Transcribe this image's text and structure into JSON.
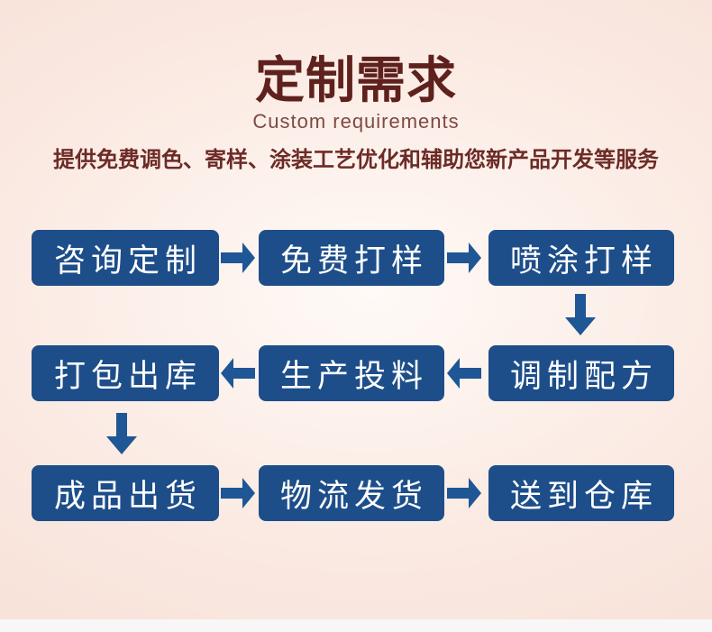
{
  "header": {
    "title": "定制需求",
    "subtitle_en": "Custom requirements",
    "description": "提供免费调色、寄样、涂装工艺优化和辅助您新产品开发等服务"
  },
  "flow": {
    "rows": [
      {
        "direction": "right",
        "boxes": [
          "咨询定制",
          "免费打样",
          "喷涂打样"
        ]
      },
      {
        "direction": "left",
        "boxes": [
          "打包出库",
          "生产投料",
          "调制配方"
        ]
      },
      {
        "direction": "right",
        "boxes": [
          "成品出货",
          "物流发货",
          "送到仓库"
        ]
      }
    ]
  },
  "colors": {
    "title_color": "#5e211d",
    "subtitle_color": "#7d4a43",
    "desc_color": "#6d2b26",
    "box_bg": "#1d4e89",
    "box_text": "#ffffff",
    "arrow_color": "#1f5696",
    "background_center": "#fffaf7",
    "background_mid": "#fbece5",
    "background_edge": "#f8e3da",
    "footer_strip": "#f7f7f8"
  }
}
